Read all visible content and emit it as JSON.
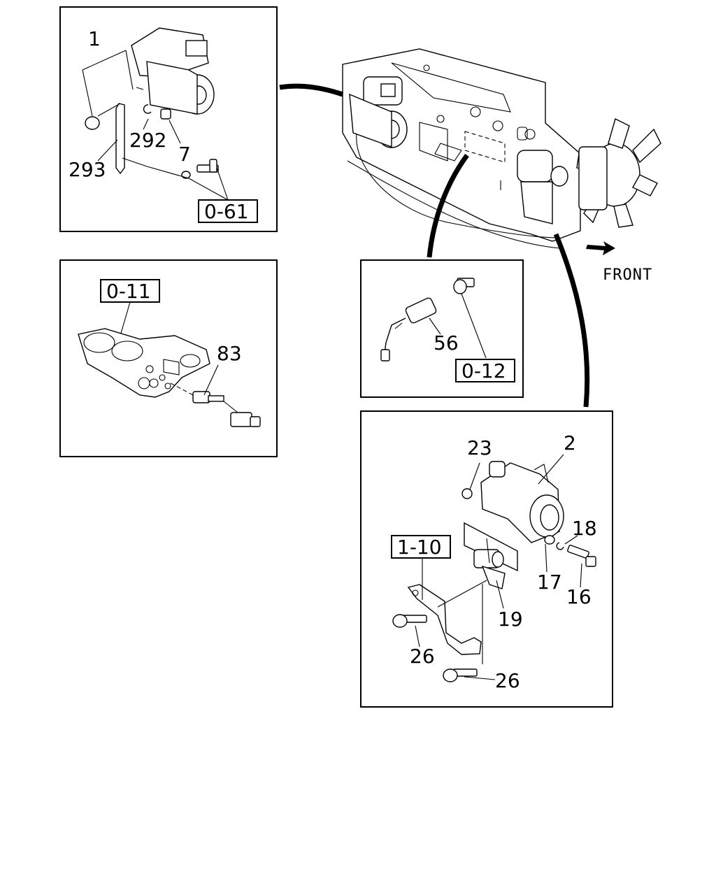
{
  "orientation": {
    "front_label": "FRONT"
  },
  "starter_panel": {
    "callouts": [
      "1",
      "292",
      "7",
      "293"
    ],
    "ref_box": "0-61"
  },
  "block_sensor_panel": {
    "ref_box": "0-11",
    "callouts": [
      "83"
    ]
  },
  "oil_switch_panel": {
    "callouts": [
      "56"
    ],
    "ref_box": "0-12"
  },
  "alternator_panel": {
    "callouts": [
      "23",
      "2",
      "18",
      "17",
      "16",
      "19",
      "26",
      "26"
    ],
    "ref_box": "1-10"
  }
}
